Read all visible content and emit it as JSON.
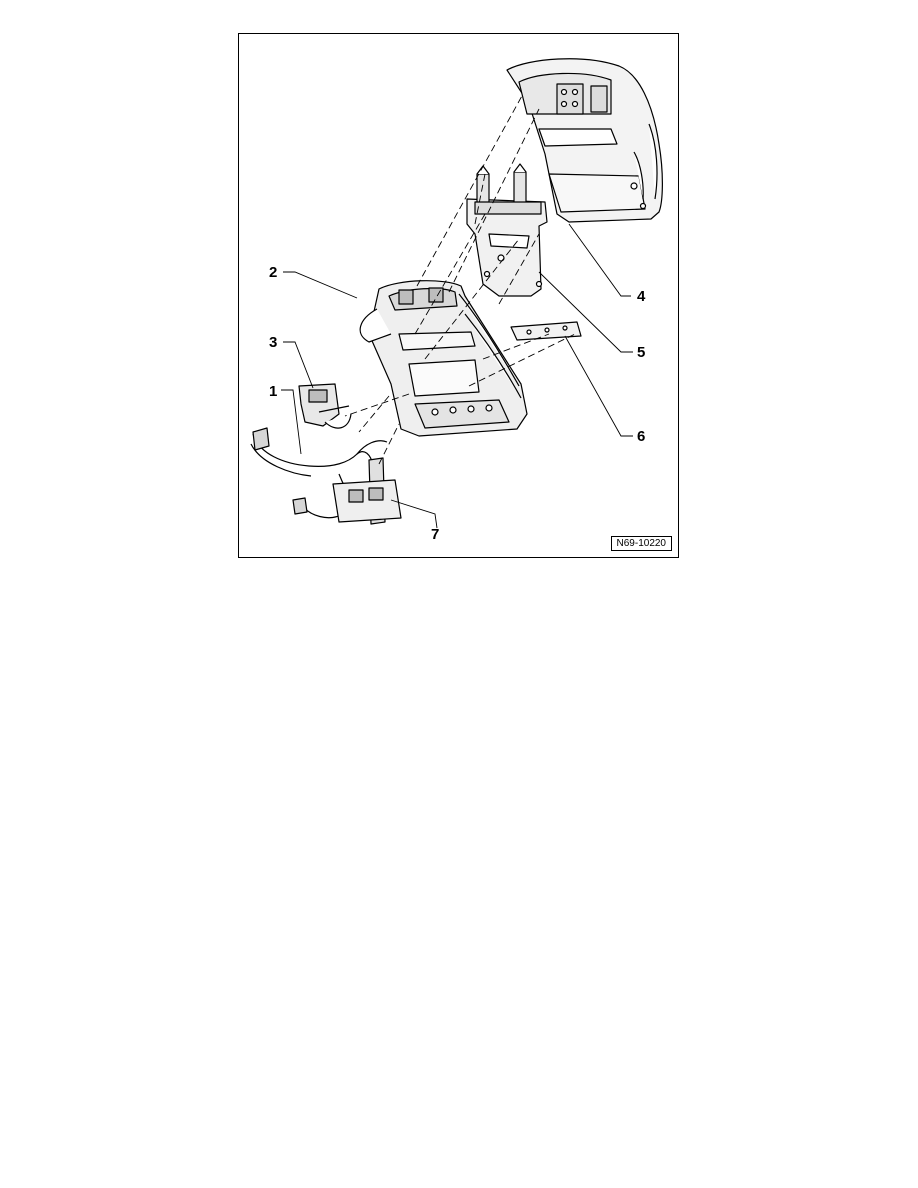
{
  "figure": {
    "reference_code": "N69-10220",
    "callouts": [
      {
        "id": "1",
        "label": "1"
      },
      {
        "id": "2",
        "label": "2"
      },
      {
        "id": "3",
        "label": "3"
      },
      {
        "id": "4",
        "label": "4"
      },
      {
        "id": "5",
        "label": "5"
      },
      {
        "id": "6",
        "label": "6"
      },
      {
        "id": "7",
        "label": "7"
      }
    ]
  }
}
